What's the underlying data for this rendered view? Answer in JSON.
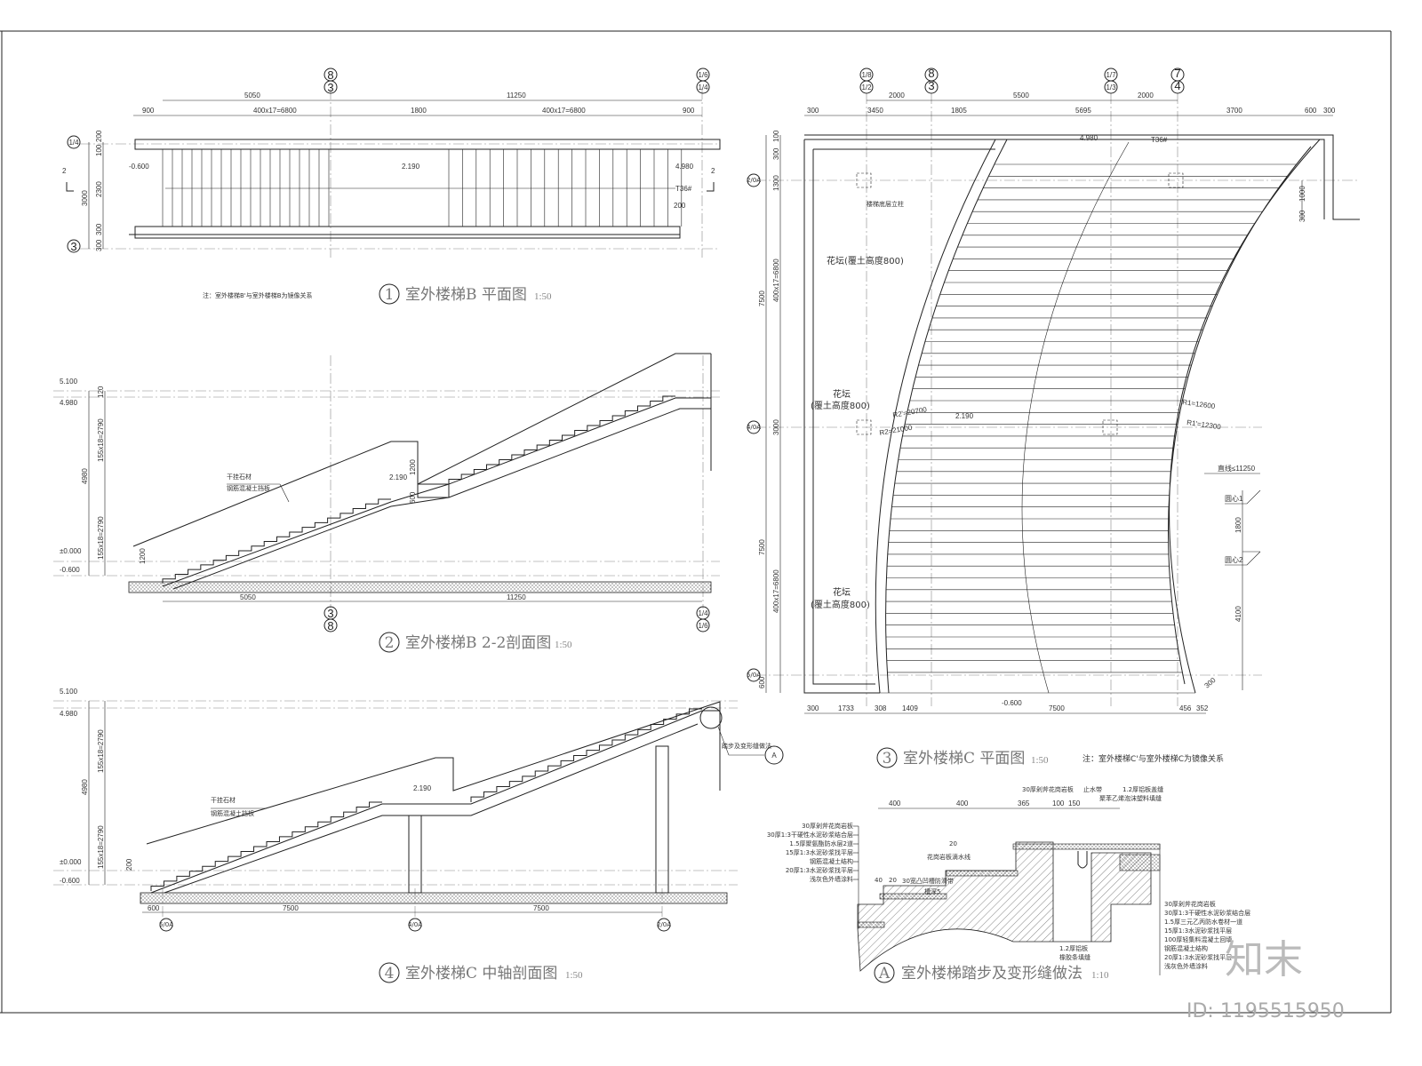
{
  "drawing1": {
    "number": "1",
    "title": "室外楼梯B 平面图",
    "scale": "1:50",
    "note": "注：室外楼梯B'与室外楼梯B为镜像关系",
    "axes_top": [
      "8",
      "3",
      "1/6",
      "1/4"
    ],
    "axes_left": [
      "1/4",
      "3"
    ],
    "dims_top": [
      "5050",
      "11250"
    ],
    "dims_second": [
      "900",
      "400x17=6800",
      "1800",
      "400x17=6800",
      "900"
    ],
    "dims_left": [
      "200",
      "100",
      "2300",
      "3000",
      "300",
      "300"
    ],
    "levels": [
      "-0.600",
      "2.190",
      "4.980"
    ],
    "section_mark": "2",
    "rail_label": "T36#",
    "dim_200": "200"
  },
  "drawing2": {
    "number": "2",
    "title": "室外楼梯B 2-2剖面图",
    "scale": "1:50",
    "levels": [
      "5.100",
      "4.980",
      "±0.000",
      "-0.600",
      "2.190"
    ],
    "dims_left": [
      "155x18=2790",
      "4980",
      "155x18=2790",
      "1200",
      "120",
      "1200",
      "600"
    ],
    "dims_bottom": [
      "5050",
      "11250"
    ],
    "axes_bottom": [
      "3",
      "8",
      "1/4",
      "1/6"
    ],
    "callout": [
      "干挂石材",
      "钢筋混凝土挡板"
    ]
  },
  "drawing3": {
    "number": "3",
    "title": "室外楼梯C 平面图",
    "scale": "1:50",
    "note": "注：室外楼梯C'与室外楼梯C为镜像关系",
    "axes_top": [
      "1/8",
      "1/2",
      "8",
      "3",
      "1/7",
      "1/3",
      "7",
      "4"
    ],
    "axes_left": [
      "2/0A",
      "4/0A",
      "5/0A"
    ],
    "dims_top": [
      "2000",
      "5500",
      "2000"
    ],
    "dims_second": [
      "300",
      "3450",
      "1805",
      "5695",
      "3700",
      "600",
      "300"
    ],
    "dims_left": [
      "100",
      "300",
      "1300",
      "7500",
      "400x17=6800",
      "3000",
      "7500",
      "400x17=6800",
      "600"
    ],
    "dims_bottom": [
      "300",
      "1733",
      "308",
      "1409",
      "7500",
      "456",
      "352"
    ],
    "dims_right": [
      "1000",
      "300",
      "1800",
      "4100"
    ],
    "levels": [
      "4.980",
      "2.190",
      "-0.600"
    ],
    "rail_label": "T36#",
    "labels": [
      "楼梯底层立柱",
      "花坛(覆土高度800)",
      "花坛",
      "(覆土高度800)",
      "花坛",
      "(覆土高度800)"
    ],
    "radii": [
      "R2'=20700",
      "R2=21000",
      "R1=12600",
      "R1'=12300"
    ],
    "right_labels": [
      "直线≤11250",
      "圆心1",
      "圆心2"
    ],
    "dim_300": "300"
  },
  "drawing4": {
    "number": "4",
    "title": "室外楼梯C 中轴剖面图",
    "scale": "1:50",
    "levels": [
      "5.100",
      "4.980",
      "±0.000",
      "-0.600",
      "2.190"
    ],
    "dims_left": [
      "155x18=2790",
      "4980",
      "155x18=2790",
      "200"
    ],
    "dims_bottom": [
      "600",
      "7500",
      "7500"
    ],
    "axes_bottom": [
      "5/0A",
      "4/0A",
      "2/0A"
    ],
    "callout": [
      "干挂石材",
      "钢筋混凝土挡板"
    ],
    "detail_ref": "踏步及变形缝做法",
    "detail_mark": "A"
  },
  "detailA": {
    "number": "A",
    "title": "室外楼梯踏步及变形缝做法",
    "scale": "1:10",
    "dims_top": [
      "400",
      "400",
      "365",
      "100",
      "150"
    ],
    "top_labels": [
      "30厚剁斧花岗岩板",
      "止水带",
      "1.2厚铝板盖缝",
      "聚苯乙烯泡沫塑料填缝"
    ],
    "left_layers": [
      "30厚剁斧花岗岩板",
      "30厚1:3干硬性水泥砂浆结合层",
      "1.5厚聚氨酯防水层2道",
      "15厚1:3水泥砂浆找平层",
      "钢筋混凝土结构",
      "20厚1:3水泥砂浆找平层",
      "浅灰色外墙涂料"
    ],
    "step_labels": [
      "花岗岩板滴水线",
      "30宽凸凹槽防滑带",
      "槽深5",
      "40",
      "20",
      "20"
    ],
    "right_layers": [
      "30厚剁斧花岗岩板",
      "30厚1:3干硬性水泥砂浆结合层",
      "1.5厚三元乙丙防水卷材一道",
      "15厚1:3水泥砂浆找平层",
      "100厚轻集料混凝土回填",
      "钢筋混凝土结构",
      "20厚1:3水泥砂浆找平层",
      "浅灰色外墙涂料"
    ],
    "bottom_labels": [
      "1.2厚铝板",
      "橡胶条填缝"
    ]
  },
  "brand": {
    "logo": "知末",
    "id": "ID: 1195515950"
  }
}
